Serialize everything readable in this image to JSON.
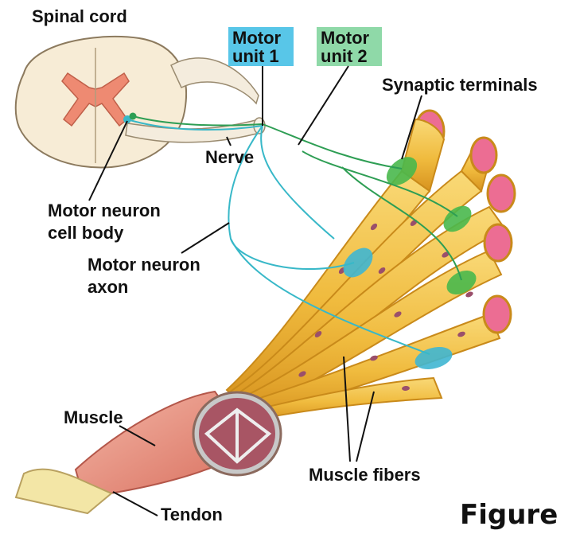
{
  "labels": {
    "spinal_cord": "Spinal cord",
    "motor_unit_1": [
      "Motor",
      "unit 1"
    ],
    "motor_unit_2": [
      "Motor",
      "unit 2"
    ],
    "synaptic_terminals": "Synaptic terminals",
    "nerve": "Nerve",
    "motor_neuron_cell_body": [
      "Motor neuron",
      "cell body"
    ],
    "motor_neuron_axon": [
      "Motor neuron",
      "axon"
    ],
    "muscle": "Muscle",
    "tendon": "Tendon",
    "muscle_fibers": "Muscle fibers",
    "figure": "Figure"
  },
  "colors": {
    "motor_unit_1": "#58c6e8",
    "motor_unit_2": "#8fd9a8",
    "axon_unit_1": "#38b8c8",
    "axon_unit_2": "#2e9e54",
    "fiber": "#f2c24a",
    "fiber_edge": "#c98a1a",
    "fiber_end": "#ec6d93",
    "spinal_tissue": "#f7ecd6",
    "grey_matter": "#ee8a72",
    "muscle": "#e89a88",
    "tendon": "#f3e6a6"
  }
}
